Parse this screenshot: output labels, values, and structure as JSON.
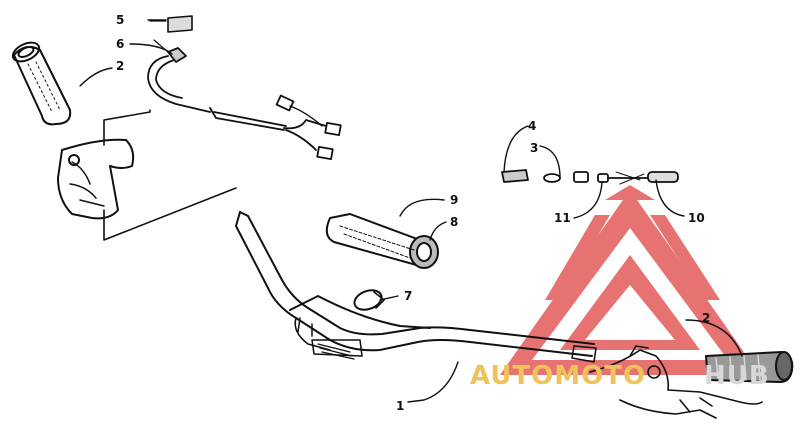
{
  "diagram": {
    "callouts": [
      "1",
      "2",
      "2",
      "3",
      "4",
      "5",
      "6",
      "7",
      "8",
      "9",
      "10",
      "11"
    ]
  },
  "watermark": {
    "text_a": "AUTOMOTO",
    "text_b": "HUB",
    "color_logo": "#e35a5a",
    "color_text_a": "#f2c25a",
    "color_text_b": "#d7d7d7"
  }
}
